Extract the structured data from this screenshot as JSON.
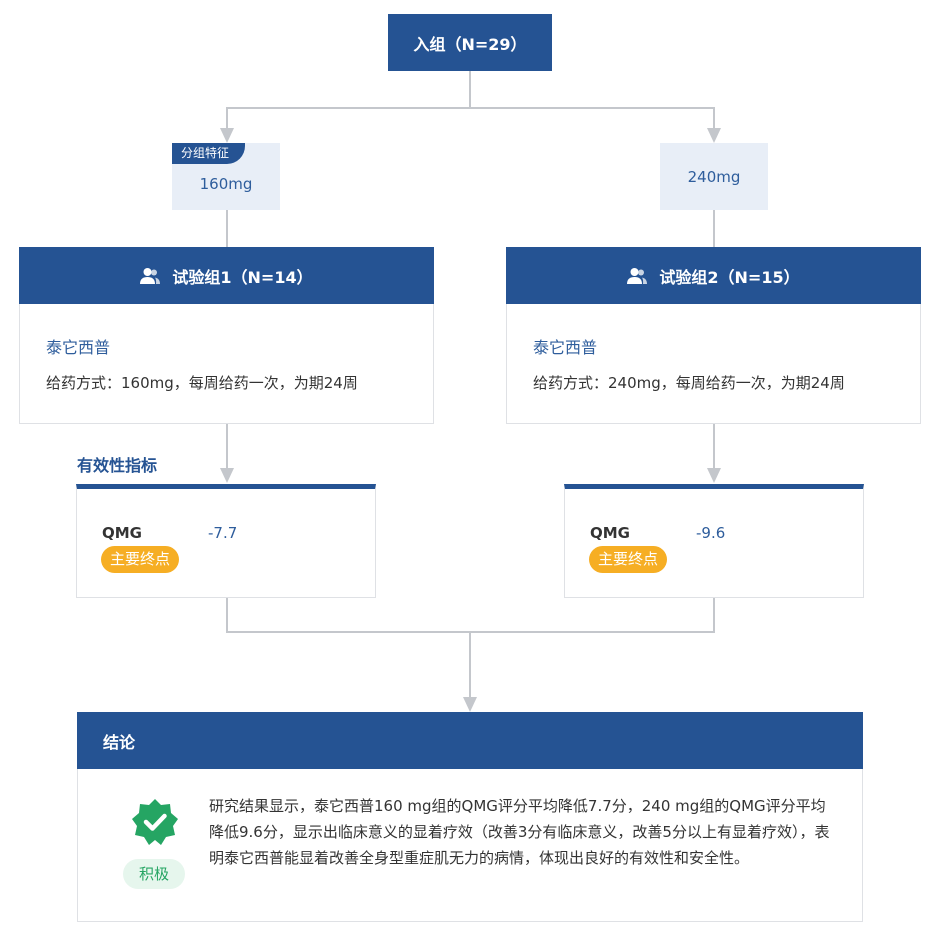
{
  "enrollment": {
    "label": "入组（N=29）"
  },
  "dose_tag": "分组特征",
  "groups": [
    {
      "dose": "160mg",
      "title": "试验组1（N=14）",
      "drug": "泰它西普",
      "method": "给药方式：160mg，每周给药一次，为期24周",
      "metric": {
        "name": "QMG",
        "value": "-7.7",
        "badge": "主要终点"
      }
    },
    {
      "dose": "240mg",
      "title": "试验组2（N=15）",
      "drug": "泰它西普",
      "method": "给药方式：240mg，每周给药一次，为期24周",
      "metric": {
        "name": "QMG",
        "value": "-9.6",
        "badge": "主要终点"
      }
    }
  ],
  "efficacy_title": "有效性指标",
  "conclusion": {
    "title": "结论",
    "badge": "积极",
    "text": "研究结果显示，泰它西普160 mg组的QMG评分平均降低7.7分，240 mg组的QMG评分平均降低9.6分，显示出临床意义的显着疗效（改善3分有临床意义，改善5分以上有显着疗效），表明泰它西普能显着改善全身型重症肌无力的病情，体现出良好的有效性和安全性。"
  },
  "icons": {
    "group_header": "user-group-icon",
    "conclusion": "check-badge-icon"
  },
  "colors": {
    "primary": "#255393",
    "dose_bg": "#e8eef7",
    "badge": "#f6ae24",
    "positive": "#25a563",
    "connector": "#c4c7cc"
  }
}
